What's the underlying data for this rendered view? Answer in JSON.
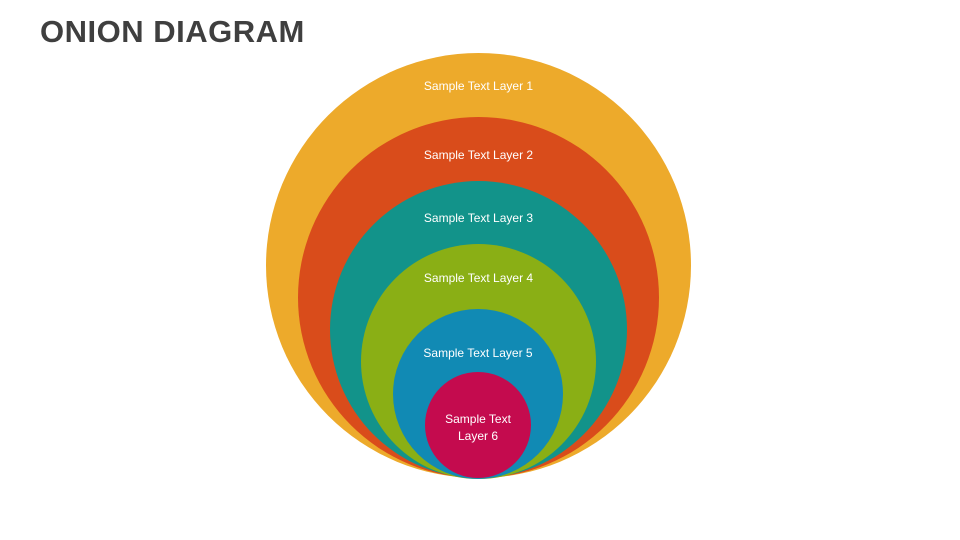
{
  "title": "ONION DIAGRAM",
  "layers": [
    {
      "label": "Sample Text Layer 1",
      "color": "#EDAA2B"
    },
    {
      "label": "Sample Text Layer 2",
      "color": "#D94C1B"
    },
    {
      "label": "Sample Text Layer 3",
      "color": "#12938A"
    },
    {
      "label": "Sample Text Layer 4",
      "color": "#8AAF15"
    },
    {
      "label": "Sample Text Layer 5",
      "color": "#118AB4"
    },
    {
      "label": "Sample Text Layer 6",
      "color": "#C40B4E"
    }
  ]
}
